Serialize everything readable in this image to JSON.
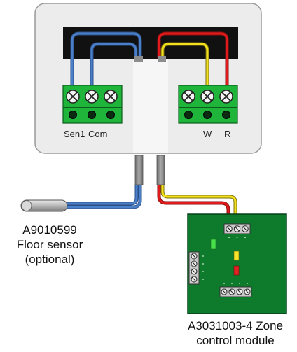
{
  "thermostat": {
    "terminal_labels": {
      "sen1": "Sen1",
      "com": "Com",
      "w": "W",
      "r": "R"
    }
  },
  "floor_sensor": {
    "part_number": "A9010599",
    "name": "Floor sensor",
    "note": "(optional)"
  },
  "zone_module": {
    "part_number": "A3031003-4 Zone",
    "name": "control module"
  },
  "colors": {
    "housing": "#ececec",
    "display": "#111111",
    "terminal_green": "#1fb53a",
    "pcb_green": "#0e7a2c",
    "wire_blue": "#3b6fb6",
    "wire_red": "#e01b1b",
    "wire_yellow": "#f2e01c",
    "led_green": "#45e04a",
    "led_yellow": "#f5e42a",
    "led_red": "#e02222"
  }
}
